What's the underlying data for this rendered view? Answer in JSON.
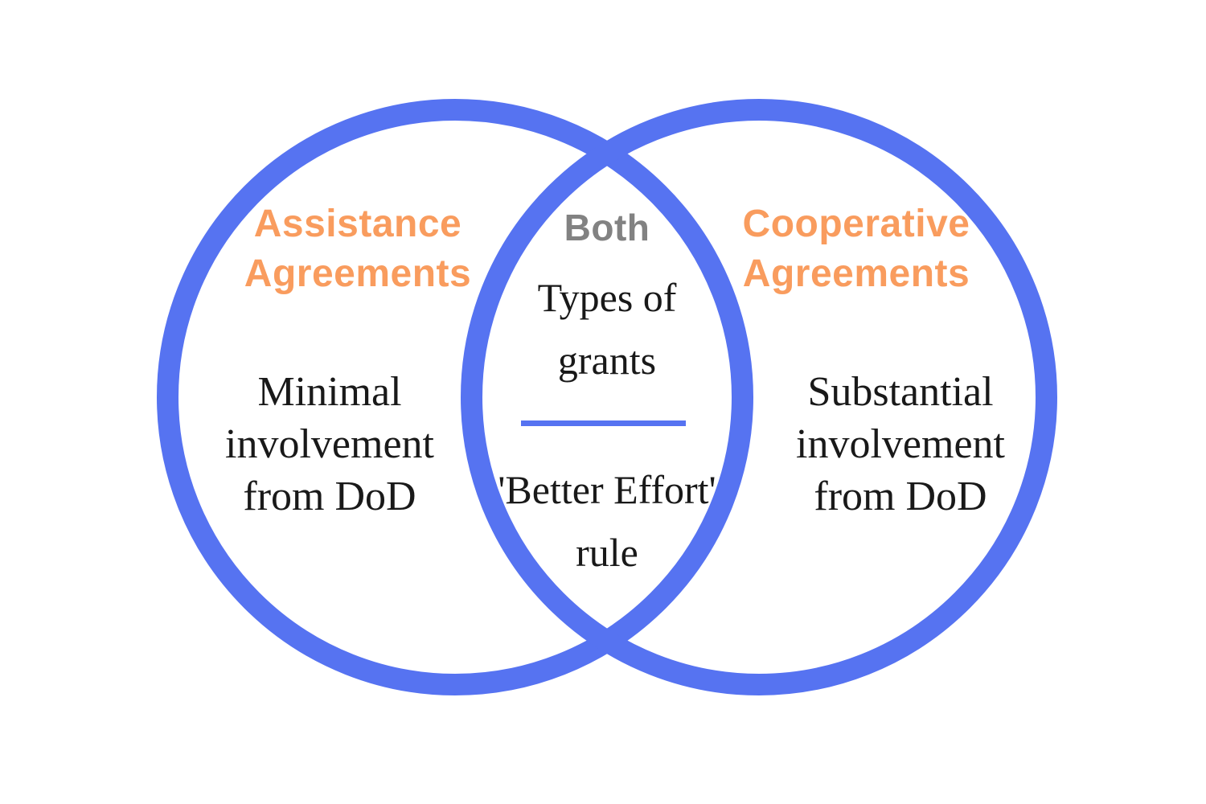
{
  "colors": {
    "circle_blue": "#5673F1",
    "heading_orange": "#F99C5E",
    "both_gray": "#828282",
    "body_text": "#191919",
    "background": "#FFFFFF"
  },
  "venn": {
    "left": {
      "title": "Assistance\nAgreements",
      "body": "Minimal\ninvolvement\nfrom DoD"
    },
    "center": {
      "title": "Both",
      "top_item": "Types of\ngrants",
      "bottom_item": "'Better Effort'\nrule"
    },
    "right": {
      "title": "Cooperative\nAgreements",
      "body": "Substantial\ninvolvement\nfrom DoD"
    }
  }
}
